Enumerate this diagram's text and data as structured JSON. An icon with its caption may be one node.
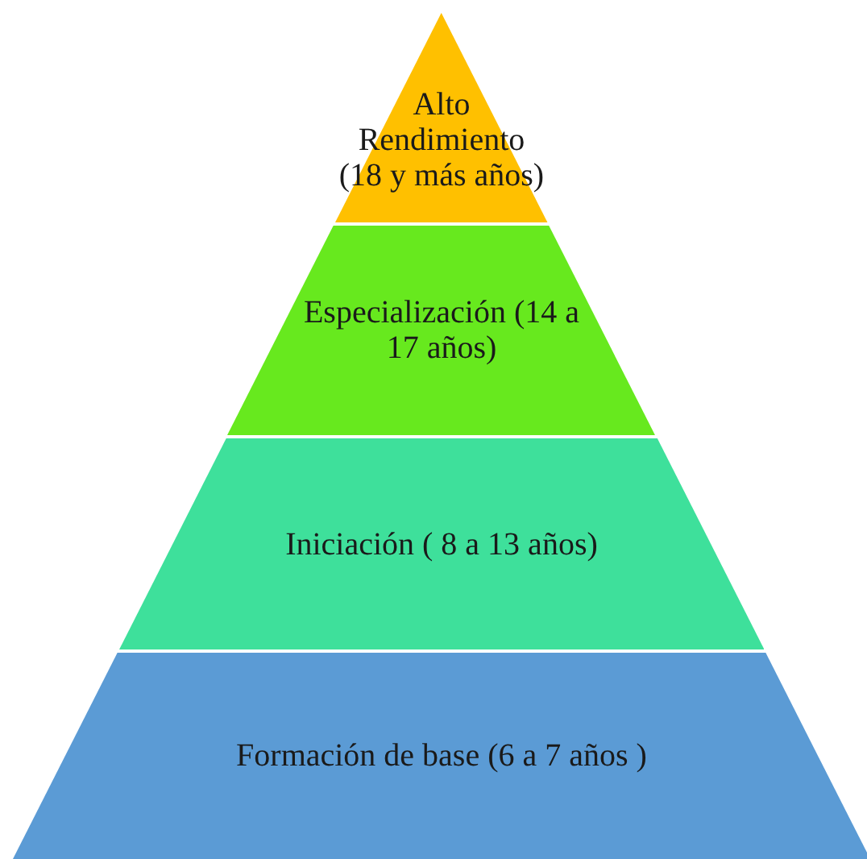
{
  "diagram": {
    "nodes": [
      {
        "text": [
          "Alto Rendimiento (18 y más años)"
        ]
      },
      {
        "text": [
          "Especialización (14 a 17 años)"
        ]
      },
      {
        "text": [
          "Iniciación ( 8 a 13 años)"
        ]
      },
      {
        "text": [
          "Formación de base (6 a 7 años )"
        ]
      }
    ]
  }
}
